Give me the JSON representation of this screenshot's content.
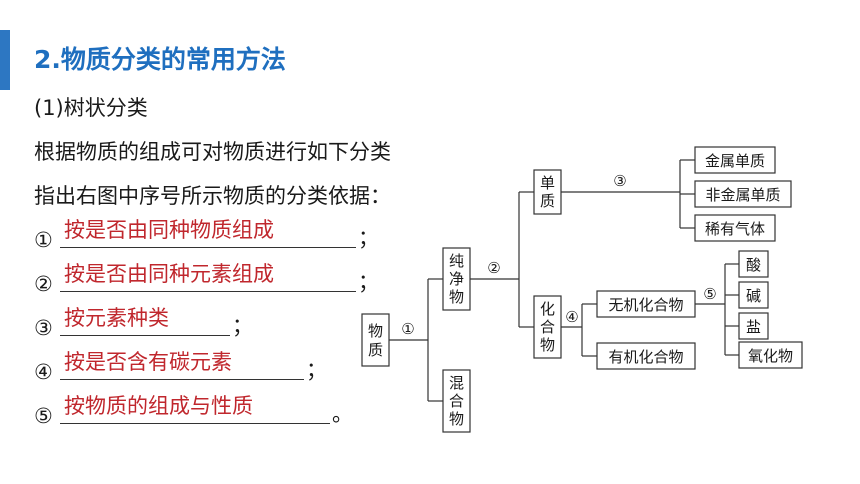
{
  "heading": "2.物质分类的常用方法",
  "subheading": "(1)树状分类",
  "intro": "根据物质的组成可对物质进行如下分类",
  "instruction": "指出右图中序号所示物质的分类依据：",
  "answers": [
    {
      "num": "①",
      "text": "按是否由同种物质组成",
      "punct": "；"
    },
    {
      "num": "②",
      "text": "按是否由同种元素组成",
      "punct": "；"
    },
    {
      "num": "③",
      "text": "按元素种类",
      "punct": "；"
    },
    {
      "num": "④",
      "text": "按是否含有碳元素",
      "punct": "；"
    },
    {
      "num": "⑤",
      "text": "按物质的组成与性质",
      "punct": "。"
    }
  ],
  "diagram": {
    "root": "物质",
    "level1": [
      "纯净物",
      "混合物"
    ],
    "pure": [
      "单质",
      "化合物"
    ],
    "elements": [
      "金属单质",
      "非金属单质",
      "稀有气体"
    ],
    "compounds": [
      "无机化合物",
      "有机化合物"
    ],
    "inorganic": [
      "酸",
      "碱",
      "盐",
      "氧化物"
    ],
    "markers": [
      "①",
      "②",
      "③",
      "④",
      "⑤"
    ]
  }
}
